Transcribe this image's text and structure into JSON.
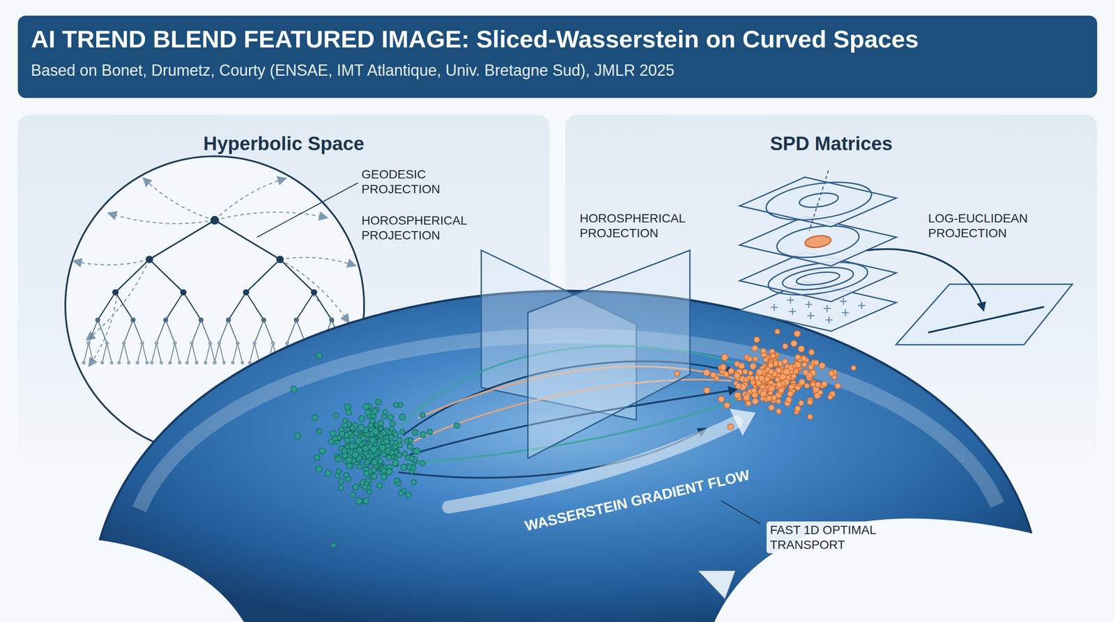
{
  "diagram": {
    "title": "AI TREND BLEND FEATURED IMAGE: Sliced-Wasserstein on Curved Spaces",
    "nodes": [
      {
        "text": [
          "Hyperbolic Space"
        ]
      },
      {
        "text": [
          "SPD Matrices"
        ]
      }
    ],
    "labels": [
      "Based on Bonet, Drumetz, Courty (ENSAE, IMT Atlantique, Univ. Bretagne Sud), JMLR 2025",
      "GEODESIC PROJECTION",
      "HOROSPHERICAL PROJECTION",
      "HOROSPHERICAL PROJECTION",
      "LOG-EUCLIDEAN PROJECTION",
      "WASSERSTEIN GRADIENT FLOW",
      "FAST 1D OPTIMAL TRANSPORT"
    ]
  }
}
